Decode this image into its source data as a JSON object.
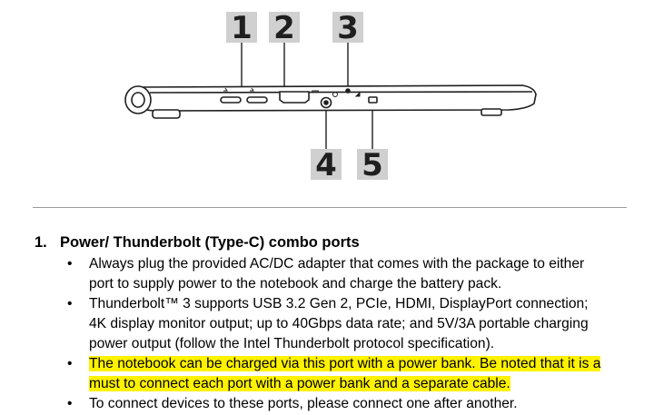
{
  "diagram": {
    "labels": [
      "1",
      "2",
      "3",
      "4",
      "5"
    ],
    "colors": {
      "box_fill": "#d0d0d0",
      "line": "#1f1f1f",
      "text": "#1f1f1f"
    }
  },
  "section": {
    "number": "1.",
    "title": "Power/ Thunderbolt (Type-C) combo ports",
    "bullets": [
      {
        "lines": [
          "Always plug the provided AC/DC adapter that comes with the package to either",
          "port to supply power to the notebook and charge the battery pack."
        ],
        "highlighted": false
      },
      {
        "lines": [
          "Thunderbolt™ 3 supports USB 3.2 Gen 2, PCIe, HDMI, DisplayPort connection;",
          "4K display monitor output; up to 40Gbps data rate; and 5V/3A portable charging",
          "power output (follow the Intel Thunderbolt protocol specification)."
        ],
        "highlighted": false
      },
      {
        "lines": [
          "The notebook can be charged via this port with a power bank. Be noted that it is a",
          "must to connect each port with a power bank and a separate cable."
        ],
        "highlighted": true
      },
      {
        "lines": [
          "To connect devices to these ports, please connect one after another."
        ],
        "highlighted": false
      }
    ],
    "highlight_color": "#fff200"
  }
}
